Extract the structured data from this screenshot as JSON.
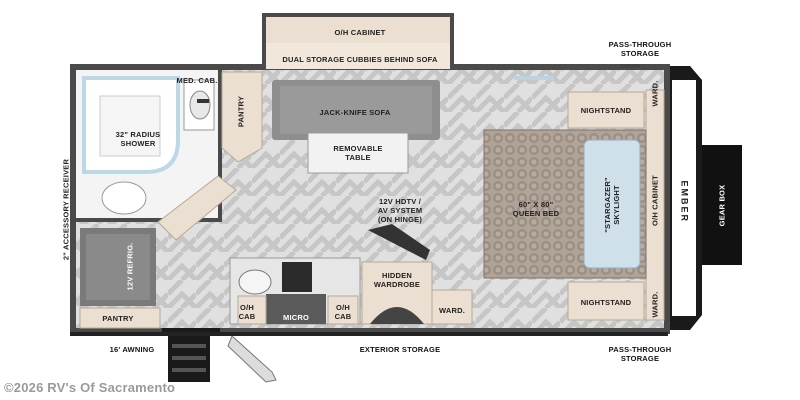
{
  "labels": {
    "oh_cabinet_top": "O/H CABINET",
    "dual_storage": "DUAL STORAGE CUBBIES BEHIND SOFA",
    "pass_through_top": "PASS-THROUGH\nSTORAGE",
    "med_cab": "MED. CAB.",
    "pantry_left": "PANTRY",
    "jack_knife_sofa": "JACK-KNIFE SOFA",
    "nightstand_top": "NIGHTSTAND",
    "ward_top": "WARD.",
    "radius_shower": "32\" RADIUS\nSHOWER",
    "removable_table": "REMOVABLE\nTABLE",
    "queen_bed": "60\" X 80\"\nQUEEN BED",
    "skylight": "\"STARGAZER\"\nSKYLIGHT",
    "oh_cabinet_right": "O/H CABINET",
    "gear_box": "GEAR BOX",
    "accessory_receiver": "2\" ACCESSORY RECEIVER",
    "hdtv": "12V HDTV /\nAV SYSTEM\n(ON HINGE)",
    "refrig": "12V REFRIG.",
    "hidden_wardrobe": "HIDDEN\nWARDROBE",
    "oh_cab_1": "O/H\nCAB",
    "micro": "MICRO",
    "oh_cab_2": "O/H\nCAB",
    "ward_bottom_center": "WARD.",
    "nightstand_bottom": "NIGHTSTAND",
    "ward_bottom_right": "WARD.",
    "pantry_bottom": "PANTRY",
    "awning": "16' AWNING",
    "exterior_storage": "EXTERIOR STORAGE",
    "pass_through_bottom": "PASS-THROUGH\nSTORAGE"
  },
  "logo_text": "EMBER",
  "watermark": "©2026 RV's Of Sacramento",
  "colors": {
    "wall": "#4a4a4a",
    "floor": "#dcdcdc",
    "cabinet": "#e9dccb",
    "sofa": "#8c8c8c",
    "bed": "#a89a8d",
    "skylight": "#cfe0ea"
  }
}
